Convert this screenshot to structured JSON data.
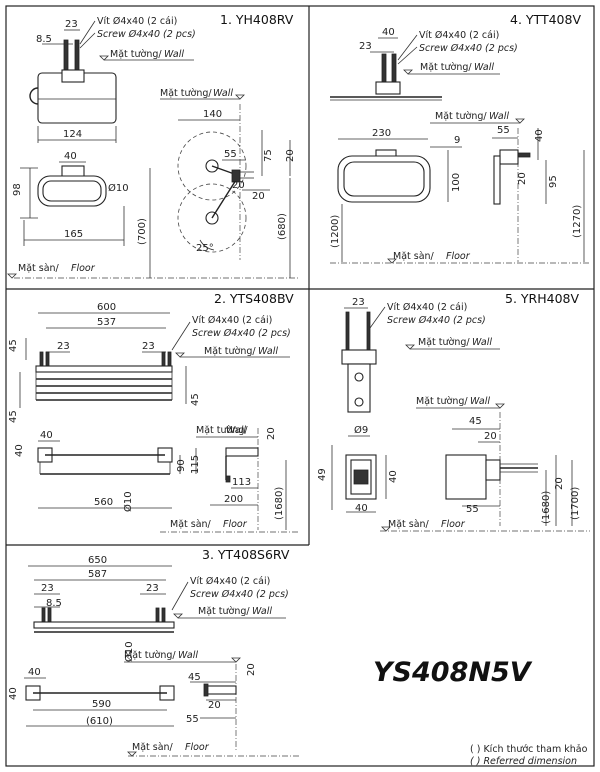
{
  "common": {
    "screw_vi": "Vít Ø4x40 (2 cái)",
    "screw_en": "Screw Ø4x40 (2 pcs)",
    "wall_vi": "Mặt tường/",
    "wall_en": "Wall",
    "floor_vi": "Mặt sàn/",
    "floor_en": "Floor"
  },
  "p1": {
    "title": "1. YH408RV",
    "d23": "23",
    "d85": "8.5",
    "d124": "124",
    "d40": "40",
    "d98": "98",
    "d10": "Ø10",
    "d165": "165",
    "d700": "(700)",
    "d140": "140",
    "d75": "75",
    "d55": "55",
    "d20a": "20",
    "d20b": "20",
    "d20c": "20",
    "d680": "(680)",
    "d25": "25°"
  },
  "p4": {
    "title": "4. YTT408V",
    "d40": "40",
    "d23": "23",
    "d230": "230",
    "d9": "9",
    "d100": "100",
    "d1200": "(1200)",
    "d55": "55",
    "d40b": "40",
    "d95": "95",
    "d20": "20",
    "d1270": "(1270)"
  },
  "p2": {
    "title": "2. YTS408BV",
    "d600": "600",
    "d537": "537",
    "d45a": "45",
    "d23a": "23",
    "d23b": "23",
    "d45b": "45",
    "d45c": "45",
    "d40a": "40",
    "d40b": "40",
    "d90": "90",
    "d115": "115",
    "d10": "Ø10",
    "d560": "560",
    "d20": "20",
    "d113": "113",
    "d200": "200",
    "d1680": "(1680)"
  },
  "p5": {
    "title": "5. YRH408V",
    "d23": "23",
    "d9": "Ø9",
    "d49": "49",
    "d40a": "40",
    "d40b": "40",
    "d45": "45",
    "d20a": "20",
    "d20b": "20",
    "d55": "55",
    "d1680": "(1680)",
    "d1700": "(1700)"
  },
  "p3": {
    "title": "3. YT408S6RV",
    "d650": "650",
    "d587": "587",
    "d23a": "23",
    "d23b": "23",
    "d85": "8.5",
    "d10": "Ø10",
    "d40a": "40",
    "d40b": "40",
    "d590": "590",
    "d610": "(610)",
    "d45": "45",
    "d20a": "20",
    "d20b": "20",
    "d55": "55"
  },
  "footer": {
    "model": "YS408N5V",
    "note_vi": "( ) Kích thước tham khảo",
    "note_en": "( ) Referred dimension"
  }
}
